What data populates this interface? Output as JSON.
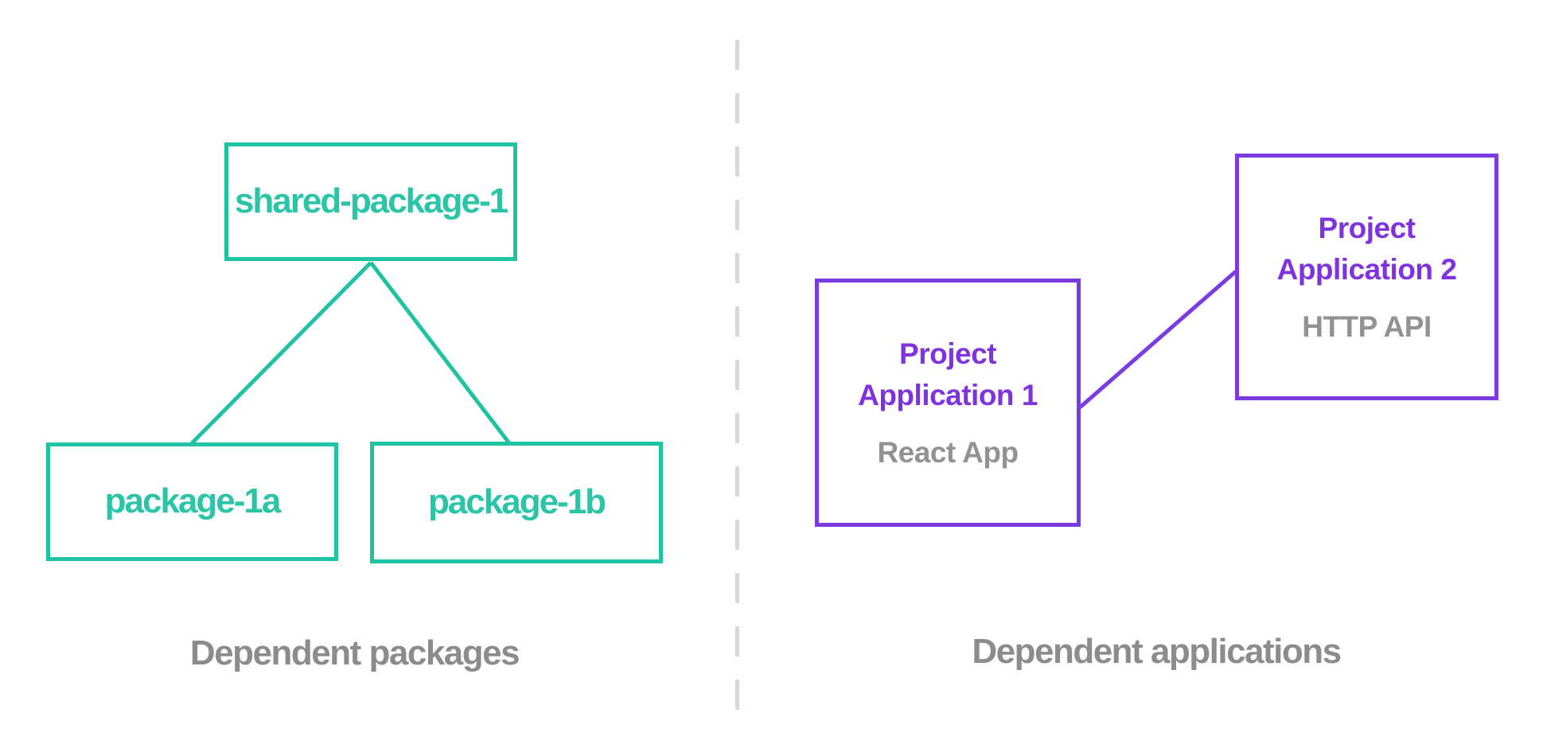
{
  "diagram": {
    "colors": {
      "teal": "#1fc2a3",
      "purple": "#7c3ae1",
      "caption_gray": "#8c8c8c",
      "subtitle_gray": "#929292",
      "divider_gray": "#d8d8d8"
    },
    "left": {
      "caption": "Dependent packages",
      "root": {
        "label": "shared-package-1"
      },
      "children": [
        {
          "label": "package-1a"
        },
        {
          "label": "package-1b"
        }
      ]
    },
    "right": {
      "caption": "Dependent applications",
      "apps": [
        {
          "title_line1": "Project",
          "title_line2": "Application 1",
          "subtitle": "React App"
        },
        {
          "title_line1": "Project",
          "title_line2": "Application 2",
          "subtitle": "HTTP API"
        }
      ]
    }
  }
}
